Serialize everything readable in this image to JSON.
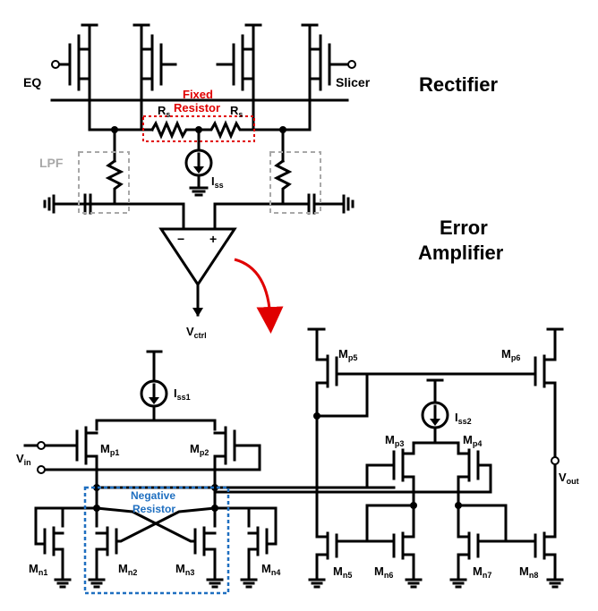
{
  "sections": {
    "rectifier": "Rectifier",
    "error_amp_line1": "Error",
    "error_amp_line2": "Amplifier"
  },
  "rectifier": {
    "input_left": "EQ",
    "input_right": "Slicer",
    "fixed_resistor_line1": "Fixed",
    "fixed_resistor_line2": "Resistor",
    "rs_main": "R",
    "rs_sub": "s",
    "lpf": "LPF",
    "iss_main": "I",
    "iss_sub": "ss",
    "vctrl_main": "V",
    "vctrl_sub": "ctrl",
    "amp_minus": "−",
    "amp_plus": "+"
  },
  "amplifier": {
    "vin_main": "V",
    "vin_sub": "in",
    "vout_main": "V",
    "vout_sub": "out",
    "iss1_main": "I",
    "iss1_sub": "ss1",
    "iss2_main": "I",
    "iss2_sub": "ss2",
    "negative_resistor_line1": "Negative",
    "negative_resistor_line2": "Resistor",
    "m_main": "M",
    "mp1": "p1",
    "mp2": "p2",
    "mp3": "p3",
    "mp4": "p4",
    "mp5": "p5",
    "mp6": "p6",
    "mn1": "n1",
    "mn2": "n2",
    "mn3": "n3",
    "mn4": "n4",
    "mn5": "n5",
    "mn6": "n6",
    "mn7": "n7",
    "mn8": "n8"
  },
  "colors": {
    "wire": "#000000",
    "fixed_resistor": "#e00000",
    "negative_resistor": "#1f6fc0",
    "lpf": "#a8a8a8",
    "arrow": "#e00000"
  }
}
